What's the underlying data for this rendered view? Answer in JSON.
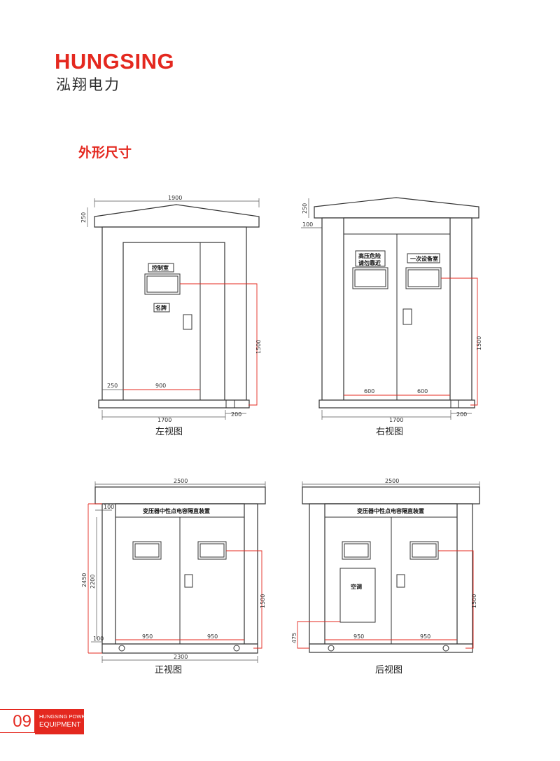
{
  "brand": {
    "name_en": "HUNGSING",
    "name_cn": "泓翔电力",
    "color": "#e4281f"
  },
  "section_title": "外形尺寸",
  "views": {
    "left": {
      "caption": "左视图",
      "dims": {
        "top_width": "1900",
        "roof_height": "250",
        "base_width": "1700",
        "right_base": "200",
        "left_offset": "250",
        "door_width": "900",
        "height": "1500"
      },
      "labels": {
        "room": "控制室",
        "nameplate": "名牌"
      }
    },
    "right": {
      "caption": "右视图",
      "dims": {
        "roof_height": "250",
        "eave": "100",
        "base_width": "1700",
        "right_base": "200",
        "door_left": "600",
        "door_right": "600",
        "height": "1500"
      },
      "labels": {
        "warning_1": "高压危险",
        "warning_2": "请勿靠近",
        "room": "一次设备室"
      }
    },
    "front": {
      "caption": "正视图",
      "dims": {
        "top_width": "2500",
        "top_margin": "100",
        "total_height": "2450",
        "body_height": "2200",
        "bottom_margin": "100",
        "door_left": "950",
        "door_right": "950",
        "base_width": "2300",
        "height": "1500"
      },
      "labels": {
        "banner": "变压器中性点电容隔直装置"
      }
    },
    "back": {
      "caption": "后视图",
      "dims": {
        "top_width": "2500",
        "door_left": "950",
        "door_right": "950",
        "height": "1500",
        "panel_height": "475"
      },
      "labels": {
        "banner": "变压器中性点电容隔直装置",
        "panel": "空调"
      }
    }
  },
  "footer": {
    "page_number": "09",
    "line1": "HUNGSING POWER",
    "line2": "EQUIPMENT"
  }
}
